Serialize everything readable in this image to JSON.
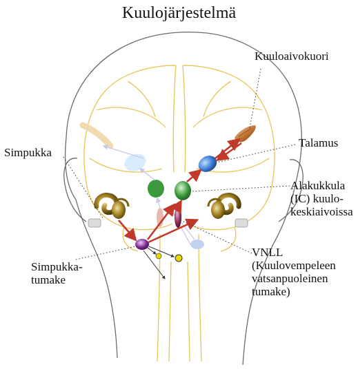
{
  "title": "Kuulojärjestelmä",
  "labels": {
    "auditory_cortex": "Kuuloaivokuori",
    "thalamus": "Talamus",
    "inferior_colliculus": [
      "Alakukkula",
      "(IC) kuulo-",
      "keskiaivoissa"
    ],
    "cochlea": "Simpukka",
    "cochlear_nucleus": [
      "Simpukka-",
      "tumake"
    ],
    "vnll": [
      "VNLL",
      "(Kuulovempeleen",
      "vatsanpuoleinen",
      "tumake)"
    ]
  },
  "colors": {
    "head_outline": "#6a6a6a",
    "brain_outline": "#e8c860",
    "pathway_arrow": "#c0392b",
    "faded_arrow": "#c8c8e8",
    "thalamus": "#3a7bd5",
    "inferior_colliculus": "#3c9a3c",
    "cochlear_nucleus": "#7b2d8e",
    "lemniscus": "#8e2d5a",
    "olive": "#e8d800",
    "auditory_cortex": "#b86a2a"
  },
  "icons": [
    "cochlea-icon",
    "ear-icon",
    "brain-icon"
  ]
}
